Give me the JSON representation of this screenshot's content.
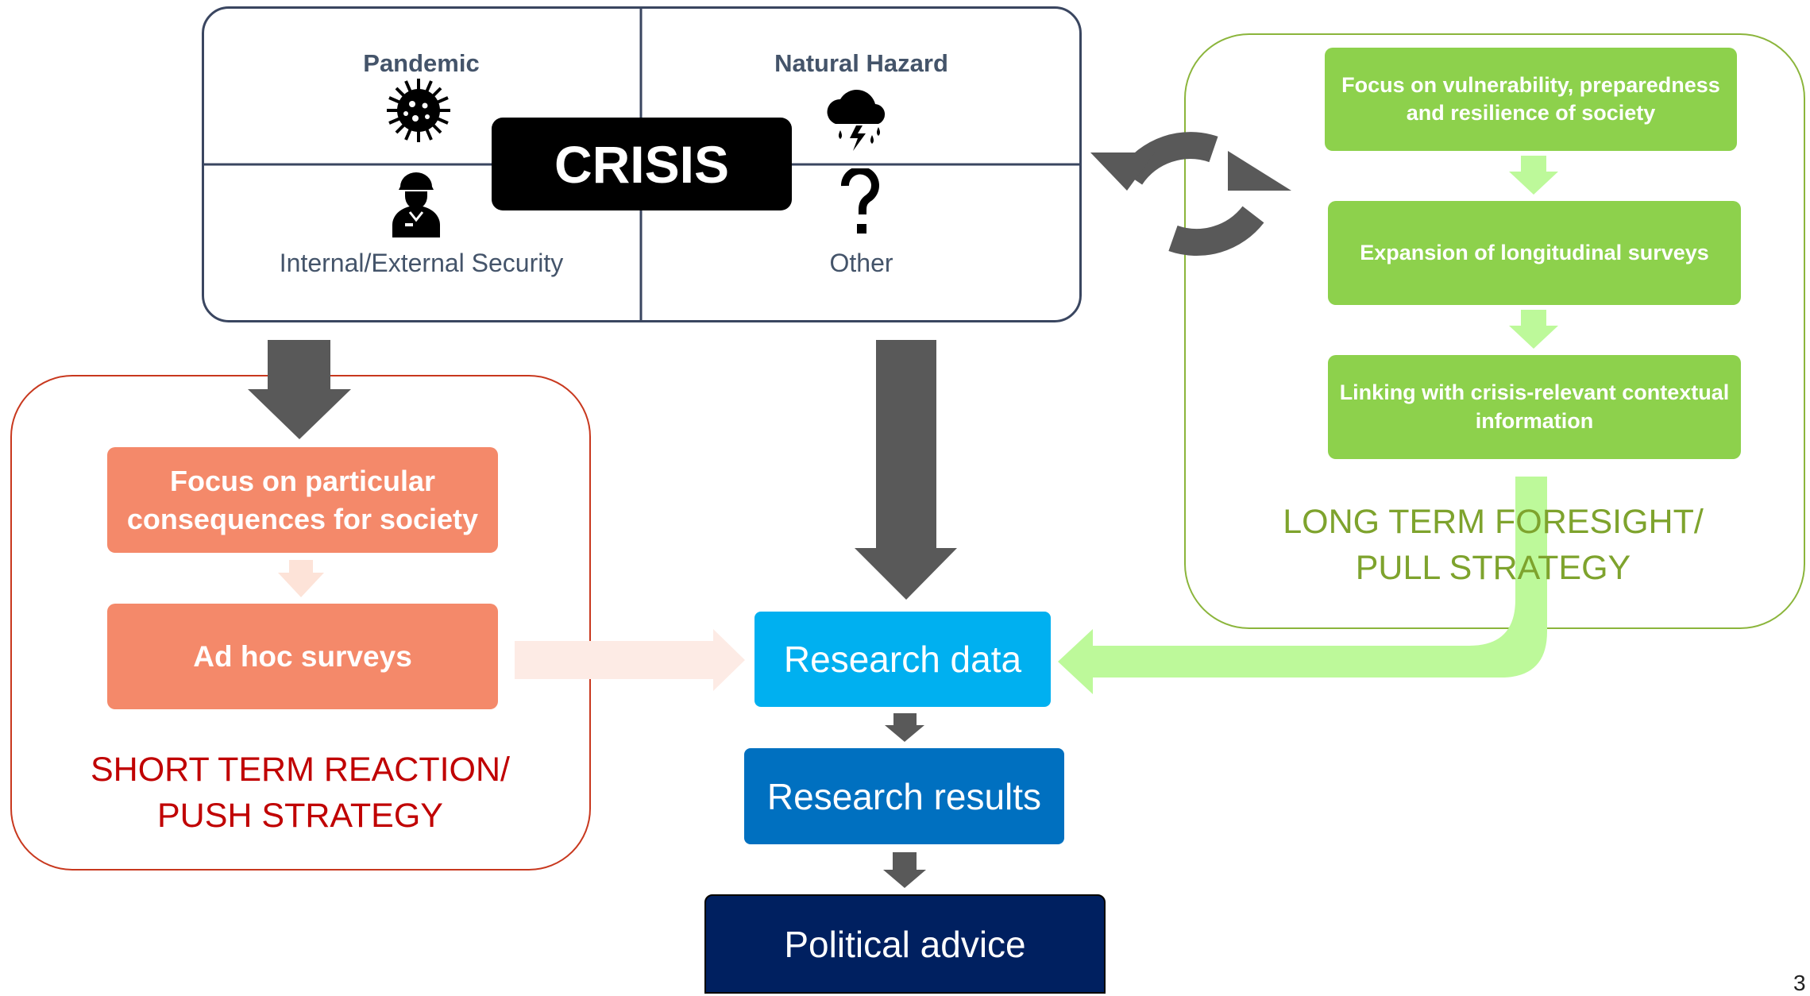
{
  "crisis": {
    "title": "CRISIS",
    "quadrants": {
      "top_left": {
        "label": "Pandemic",
        "icon": "virus-icon"
      },
      "top_right": {
        "label": "Natural Hazard",
        "icon": "storm-cloud-icon"
      },
      "bottom_left": {
        "label": "Internal/External Security",
        "icon": "soldier-icon"
      },
      "bottom_right": {
        "label": "Other",
        "icon": "question-mark-icon"
      }
    }
  },
  "short_term": {
    "boxes": [
      "Focus on particular consequences for society",
      "Ad hoc surveys"
    ],
    "label_line1": "SHORT TERM REACTION/",
    "label_line2": "PUSH STRATEGY",
    "color": "#c00000"
  },
  "long_term": {
    "boxes": [
      "Focus on vulnerability, preparedness and resilience of society",
      "Expansion of longitudinal surveys",
      "Linking with crisis-relevant contextual information"
    ],
    "label_line1": "LONG TERM FORESIGHT/",
    "label_line2": "PULL STRATEGY",
    "color": "#7ea32d"
  },
  "flow": {
    "research_data": "Research data",
    "research_results": "Research results",
    "political_advice": "Political advice"
  },
  "colors": {
    "orange": "#f4896a",
    "green": "#8dd14c",
    "light_green": "#bdf99a",
    "light_blue": "#00b0f0",
    "mid_blue": "#0070c0",
    "dark_navy": "#002060",
    "dark_grey": "#595959"
  },
  "page_number": "3"
}
